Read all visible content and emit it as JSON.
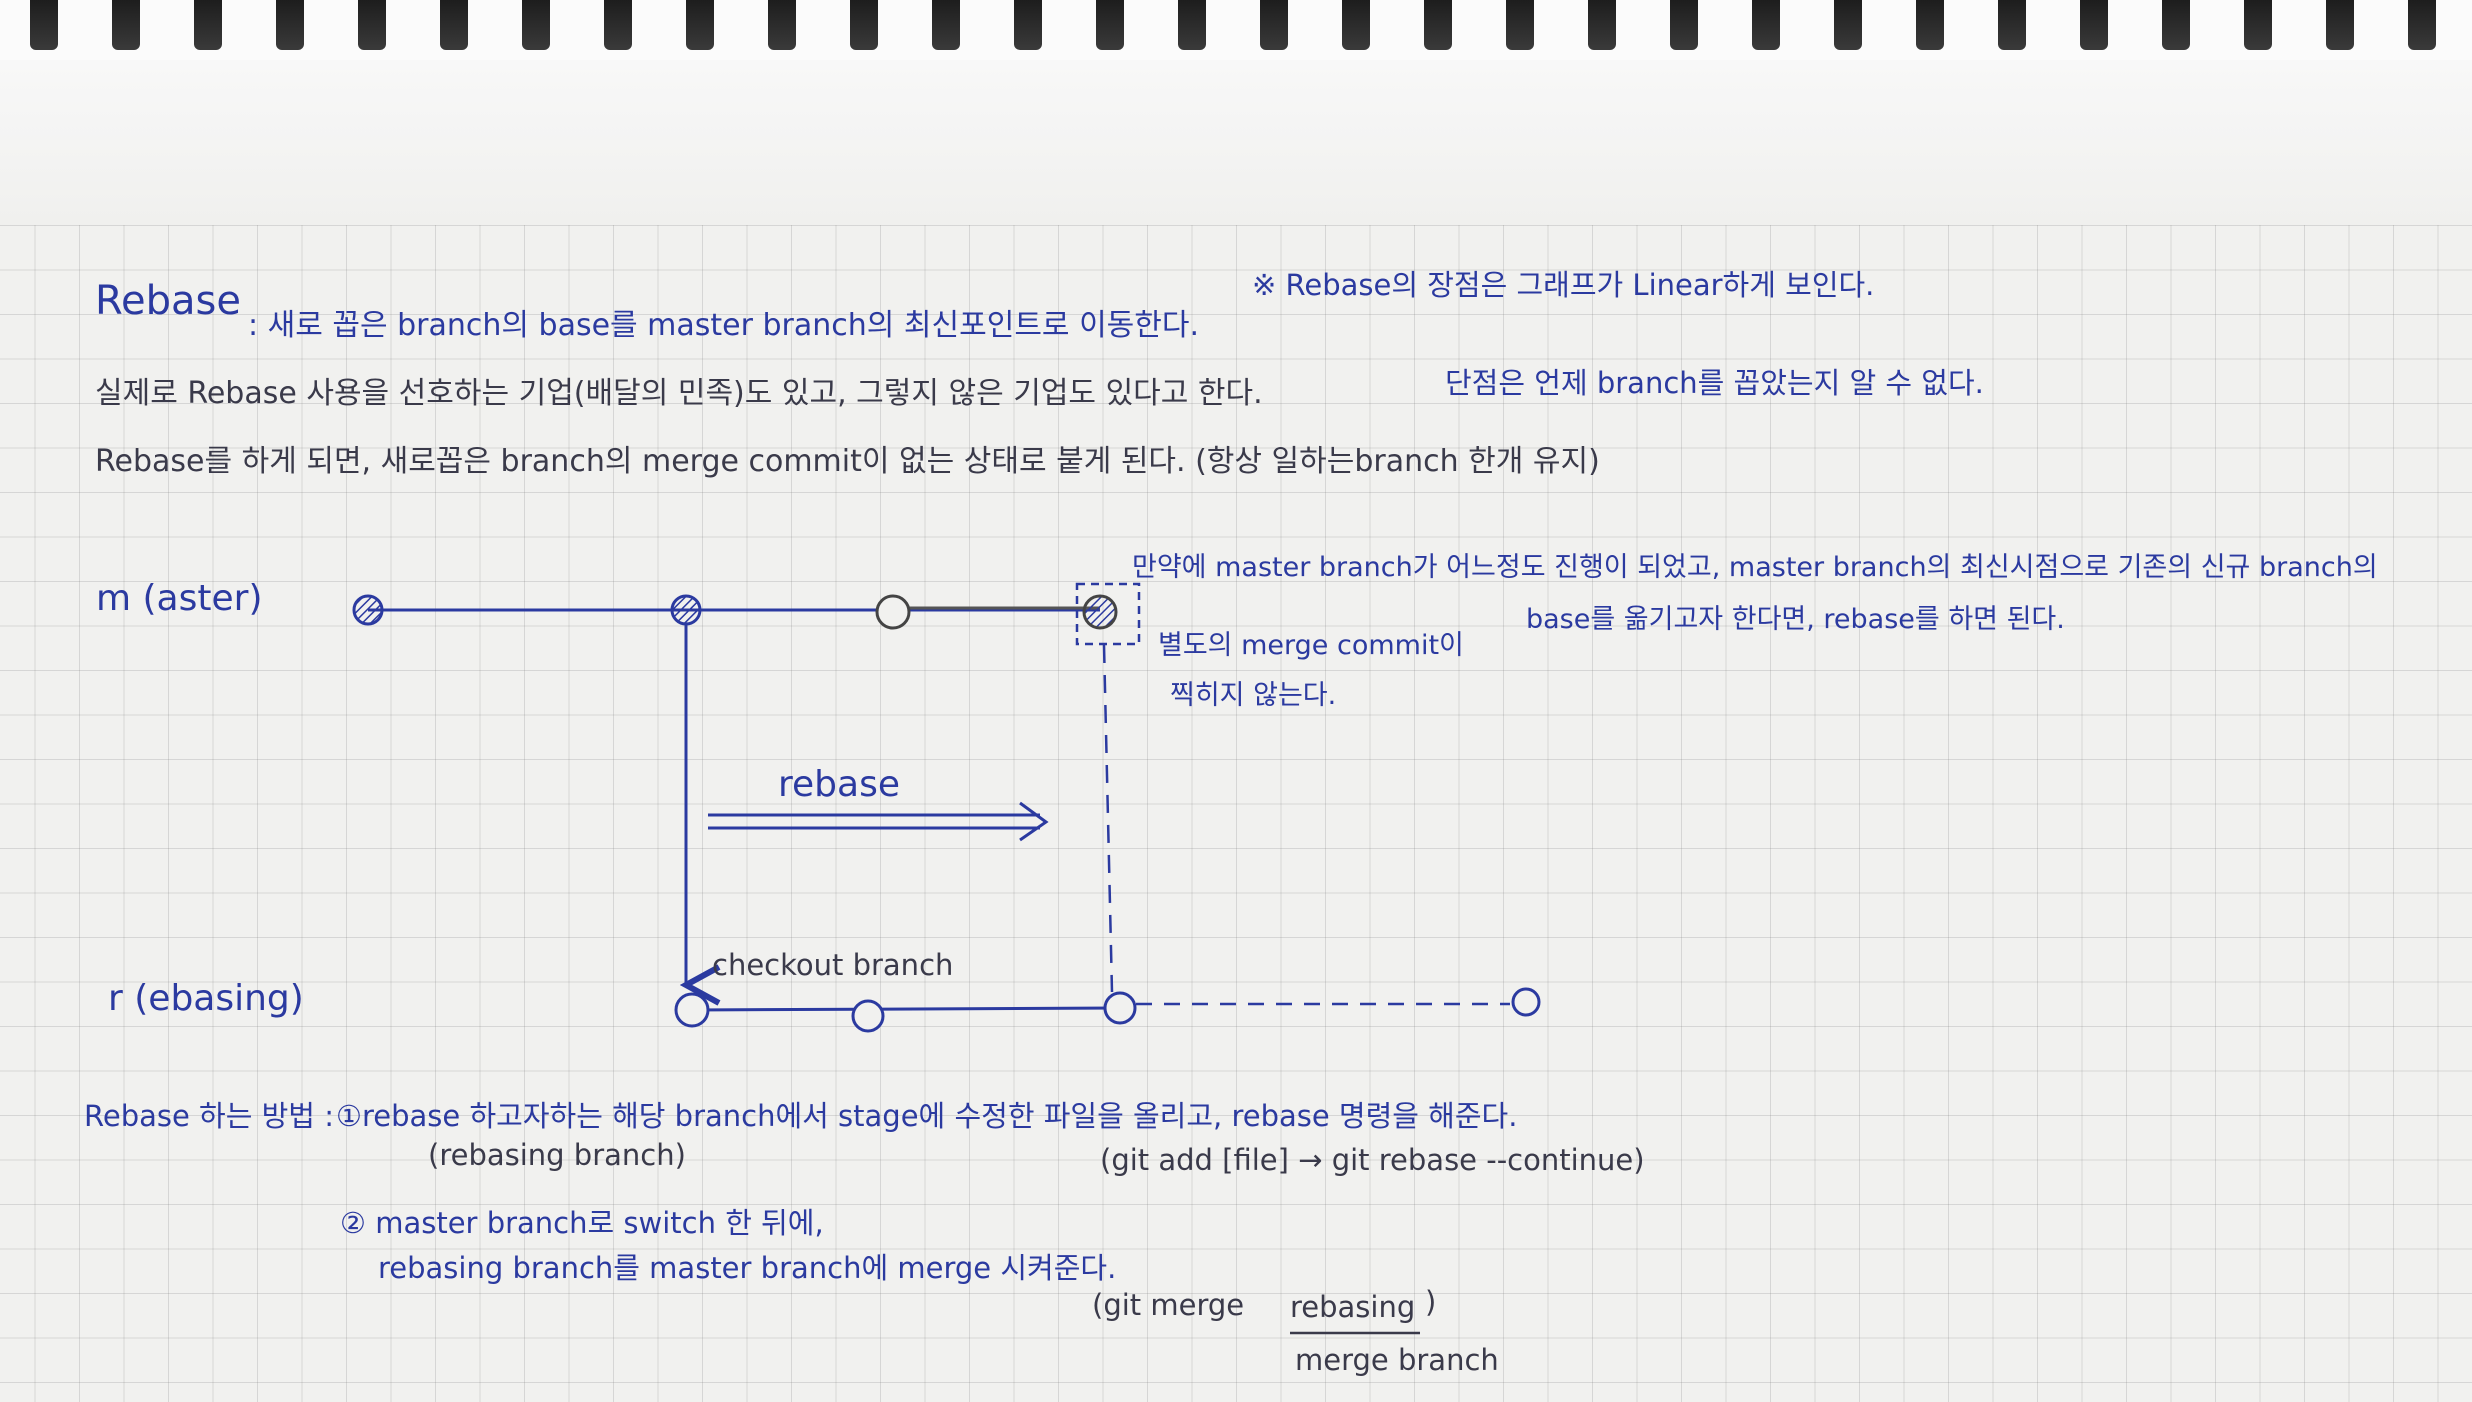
{
  "notes": {
    "title_word": "Rebase",
    "title_rest": ": 새로 꼽은 branch의 base를 master branch의 최신포인트로 이동한다.",
    "line1": "실제로 Rebase 사용을 선호하는 기업(배달의 민족)도 있고, 그렇지 않은 기업도 있다고 한다.",
    "line2": "Rebase를 하게 되면, 새로꼽은 branch의 merge commit이 없는 상태로 붙게 된다. (항상 일하는branch 한개 유지)",
    "merit": "※ Rebase의 장점은 그래프가 Linear하게 보인다.",
    "demerit": "단점은 언제 branch를 꼽았는지 알 수 없다."
  },
  "diagram": {
    "master_label": "m (aster)",
    "rebasing_label": "r (ebasing)",
    "rebase_arrow_label": "rebase",
    "checkout_label": "checkout branch",
    "annotation_line1": "만약에 master branch가 어느정도 진행이 되었고, master branch의 최신시점으로 기존의 신규 branch의",
    "annotation_line2": "base를 옮기고자 한다면, rebase를 하면 된다.",
    "merge_note_line1": "별도의 merge commit이",
    "merge_note_line2": "찍히지 않는다."
  },
  "howto": {
    "title": "Rebase 하는 방법 :",
    "step1": "①rebase 하고자하는 해당 branch에서 stage에 수정한 파일을 올리고, rebase 명령을 해준다.",
    "step1_sub": "(rebasing branch)",
    "step1_cmd": "(git add [file] → git rebase --continue)",
    "step2_line1": "② master branch로 switch 한 뒤에,",
    "step2_line2": "rebasing branch를 master branch에 merge 시켜준다.",
    "step2_cmd_open": "(git merge",
    "step2_cmd_arg": "rebasing",
    "step2_cmd_close": ")",
    "step2_cmd_note": "merge branch"
  },
  "colors": {
    "ink_blue": "#2b3aa0",
    "ink_dark": "#3a3a4a",
    "paper": "#f1f1ef"
  }
}
